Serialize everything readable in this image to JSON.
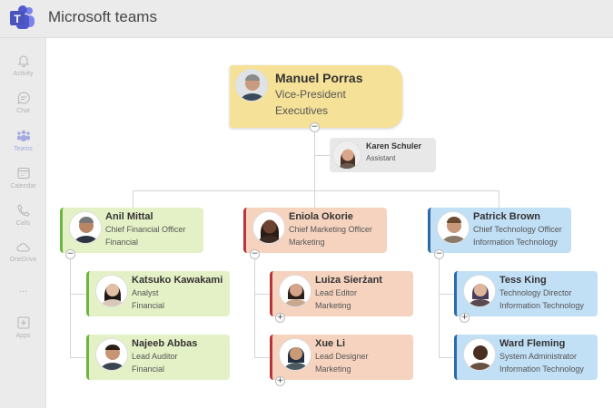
{
  "app": {
    "title": "Microsoft teams"
  },
  "sidebar": {
    "items": [
      {
        "label": "Activity"
      },
      {
        "label": "Chat"
      },
      {
        "label": "Teams"
      },
      {
        "label": "Calendar"
      },
      {
        "label": "Calls"
      },
      {
        "label": "OneDrive"
      },
      {
        "label": "..."
      },
      {
        "label": "Apps"
      }
    ]
  },
  "colors": {
    "executive": "#f5e197",
    "assistant": "#e8e8e8",
    "financial": "#e4f1c6",
    "marketing": "#f6d3bf",
    "it": "#c1dff5"
  },
  "org": {
    "root": {
      "name": "Manuel Porras",
      "title": "Vice-President",
      "dept": "Executives",
      "toggle": "−"
    },
    "assistant": {
      "name": "Karen Schuler",
      "title": "Assistant"
    },
    "heads": [
      {
        "name": "Anil Mittal",
        "title": "Chief Financial Officer",
        "dept": "Financial",
        "toggle": "−"
      },
      {
        "name": "Eniola Okorie",
        "title": "Chief Marketing Officer",
        "dept": "Marketing",
        "toggle": "−"
      },
      {
        "name": "Patrick Brown",
        "title": "Chief Technology Officer",
        "dept": "Information Technology",
        "toggle": "−"
      }
    ],
    "reports": [
      {
        "name": "Katsuko Kawakami",
        "title": "Analyst",
        "dept": "Financial"
      },
      {
        "name": "Najeeb Abbas",
        "title": "Lead Auditor",
        "dept": "Financial"
      },
      {
        "name": "Luiza Sierżant",
        "title": "Lead Editor",
        "dept": "Marketing",
        "toggle": "+"
      },
      {
        "name": "Xue Li",
        "title": "Lead Designer",
        "dept": "Marketing",
        "toggle": "+"
      },
      {
        "name": "Tess King",
        "title": "Technology Director",
        "dept": "Information Technology",
        "toggle": "+"
      },
      {
        "name": "Ward Fleming",
        "title": "System Administrator",
        "dept": "Information Technology"
      }
    ]
  }
}
